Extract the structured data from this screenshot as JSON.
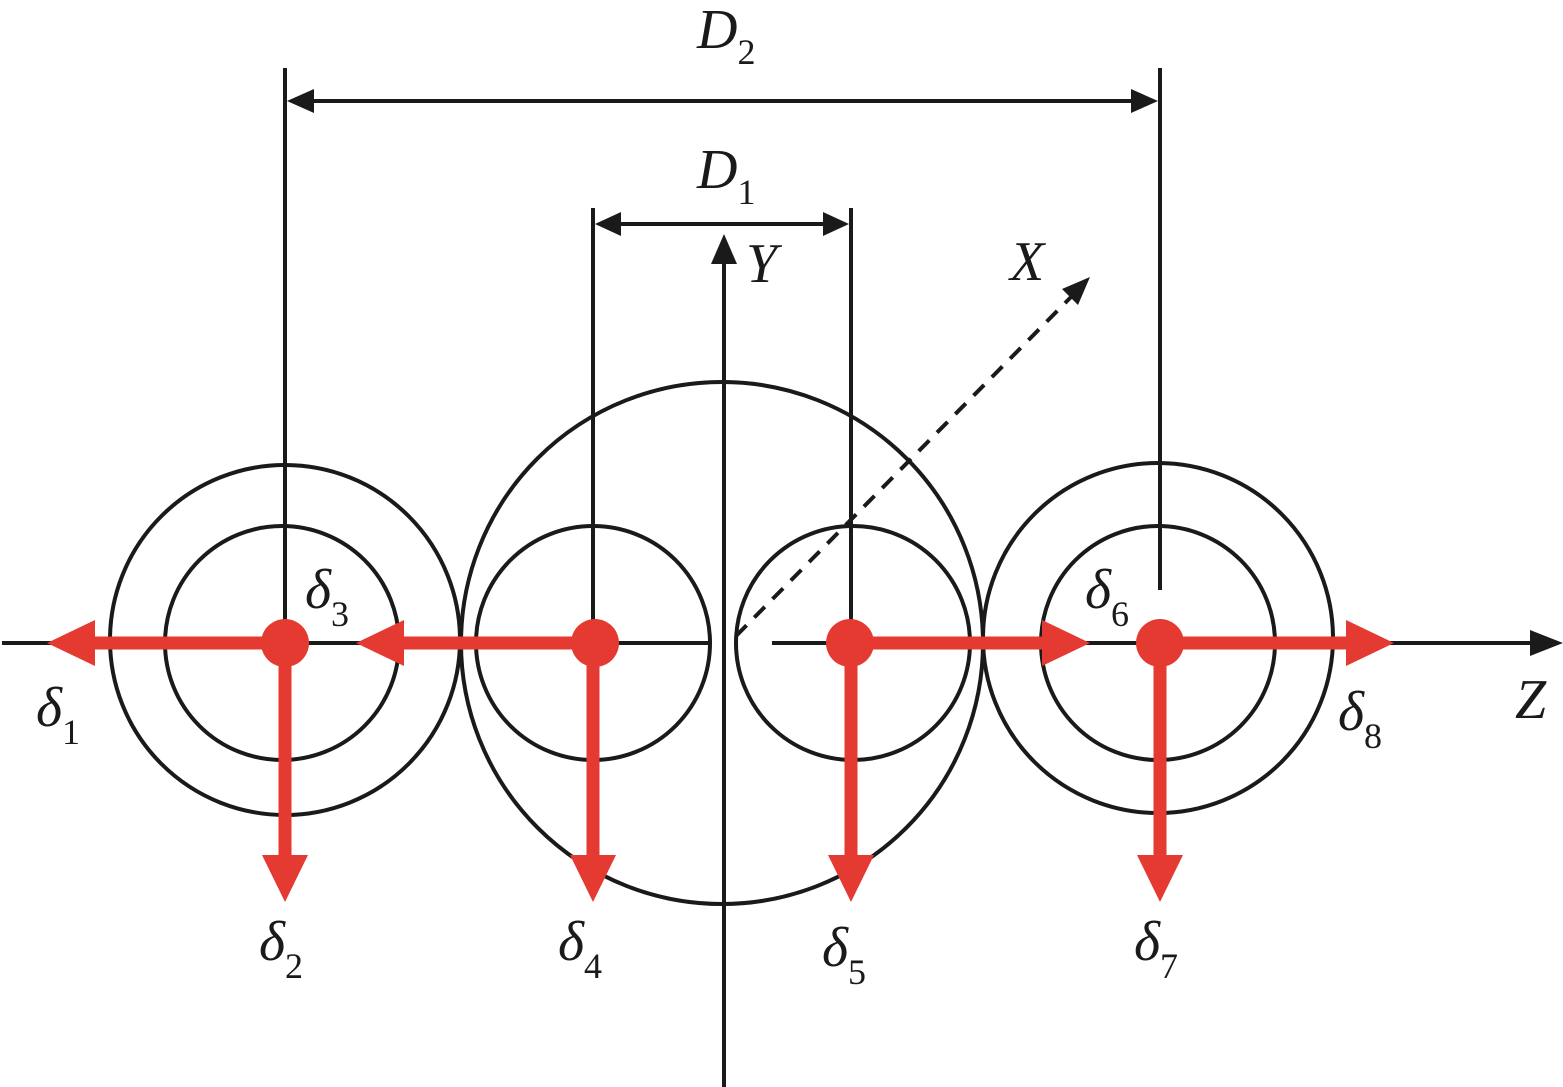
{
  "labels": {
    "D2": {
      "base": "D",
      "sub": "2"
    },
    "D1": {
      "base": "D",
      "sub": "1"
    },
    "Y": "Y",
    "X": "X",
    "Z": "Z",
    "d1": {
      "base": "δ",
      "sub": "1"
    },
    "d2": {
      "base": "δ",
      "sub": "2"
    },
    "d3": {
      "base": "δ",
      "sub": "3"
    },
    "d4": {
      "base": "δ",
      "sub": "4"
    },
    "d5": {
      "base": "δ",
      "sub": "5"
    },
    "d6": {
      "base": "δ",
      "sub": "6"
    },
    "d7": {
      "base": "δ",
      "sub": "7"
    },
    "d8": {
      "base": "δ",
      "sub": "8"
    }
  },
  "colors": {
    "arrow": "#e43a32",
    "line": "#1a1a1a"
  }
}
